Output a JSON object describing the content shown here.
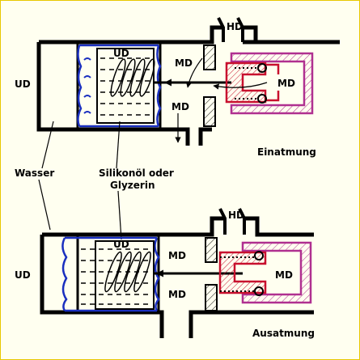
{
  "colors": {
    "background": "#fffff0",
    "border": "#e8c800",
    "water": "#1a2fbf",
    "valve": "#c8102e",
    "housing": "#b03090",
    "line": "#000000"
  },
  "top_panel": {
    "caption": "Einatmung",
    "hd": "HD",
    "md_upper": "MD",
    "md_right": "MD",
    "md_lower": "MD",
    "ud_left": "UD",
    "ud_chamber": "UD"
  },
  "bottom_panel": {
    "caption": "Ausatmung",
    "hd": "HD",
    "md_upper": "MD",
    "md_right": "MD",
    "md_lower": "MD",
    "ud_left": "UD",
    "ud_chamber": "UD"
  },
  "labels": {
    "water": "Wasser",
    "oil_line1": "Silikonöl oder",
    "oil_line2": "Glyzerin"
  }
}
